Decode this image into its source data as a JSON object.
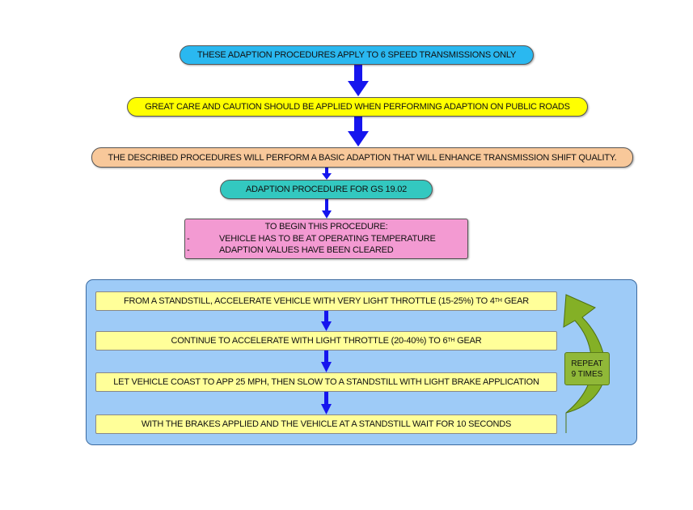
{
  "header": {
    "applies_note": "THESE ADAPTION PROCEDURES APPLY TO 6 SPEED TRANSMISSIONS ONLY",
    "caution_note": "GREAT CARE AND CAUTION SHOULD BE APPLIED WHEN PERFORMING ADAPTION ON PUBLIC ROADS",
    "description_note": "THE DESCRIBED PROCEDURES WILL PERFORM A BASIC ADAPTION THAT WILL ENHANCE TRANSMISSION SHIFT QUALITY.",
    "procedure_title": "ADAPTION PROCEDURE FOR GS 19.02"
  },
  "prerequisites": {
    "title": "TO BEGIN THIS PROCEDURE:",
    "bullet": "-",
    "items": [
      "VEHICLE HAS TO BE AT OPERATING TEMPERATURE",
      "ADAPTION VALUES HAVE BEEN CLEARED"
    ]
  },
  "steps": [
    {
      "text": "FROM A STANDSTILL, ACCELERATE VEHICLE WITH VERY LIGHT THROTTLE (15-25%) TO 4",
      "sup": "TH",
      "suffix": " GEAR"
    },
    {
      "text": "CONTINUE TO ACCELERATE WITH LIGHT THROTTLE (20-40%) TO 6",
      "sup": "TH",
      "suffix": " GEAR"
    },
    {
      "text": "LET VEHICLE COAST TO APP 25 MPH, THEN SLOW TO A STANDSTILL WITH LIGHT BRAKE APPLICATION"
    },
    {
      "text": "WITH THE BRAKES APPLIED AND THE VEHICLE AT A STANDSTILL WAIT FOR 10 SECONDS"
    }
  ],
  "repeat": {
    "line1": "REPEAT",
    "line2": "9 TIMES"
  },
  "colors": {
    "cyan_box": "#2ab8f0",
    "yellow_box": "#ffff00",
    "peach_box": "#f8c89a",
    "teal_box": "#33c8c0",
    "pink_box": "#f39ad2",
    "panel": "#9ecbf7",
    "step_box": "#ffff99",
    "arrow_blue": "#1515ee",
    "repeat_green": "#90b838"
  }
}
